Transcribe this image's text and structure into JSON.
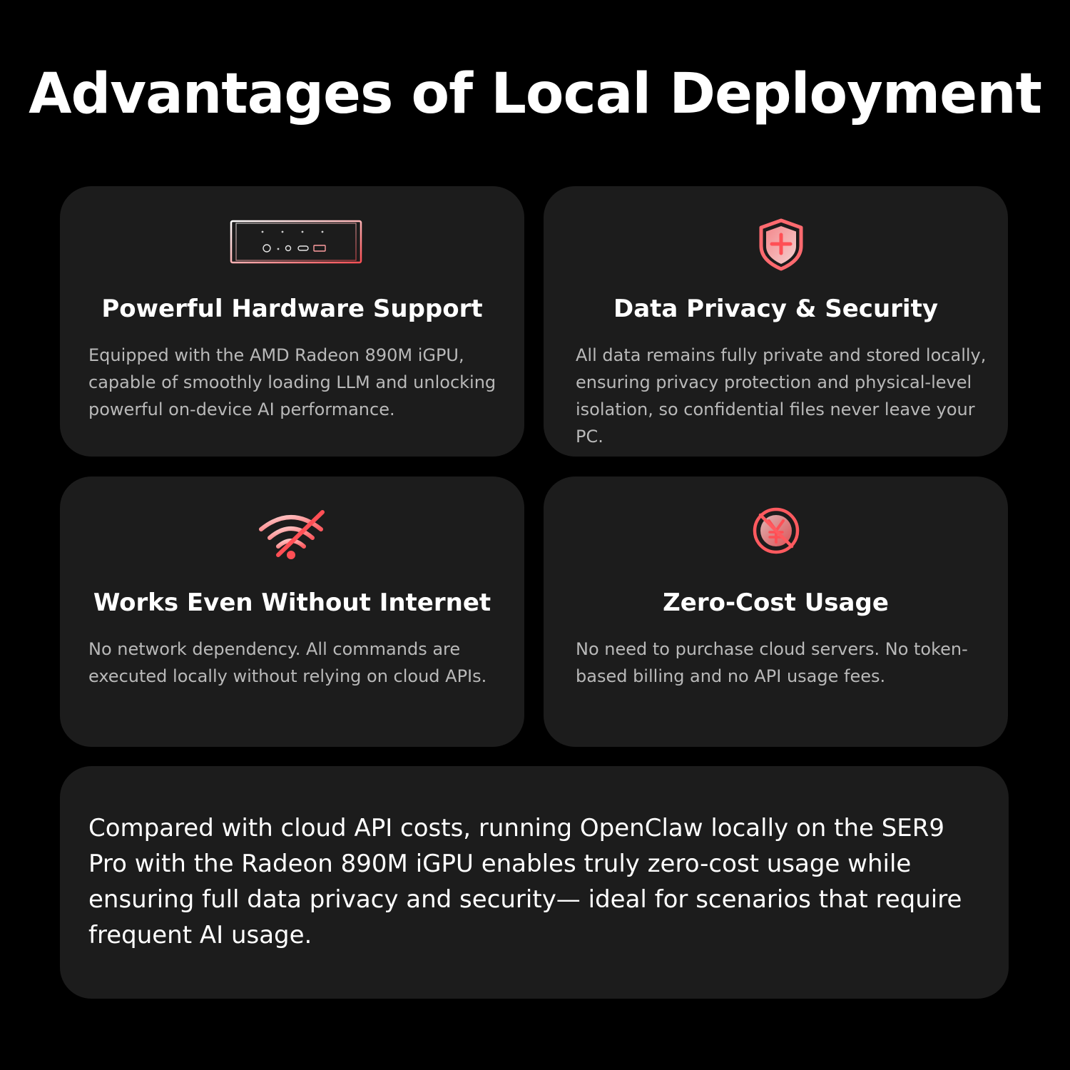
{
  "page": {
    "title": "Advantages of Local Deployment"
  },
  "cards": [
    {
      "icon": "mini-pc-icon",
      "title": "Powerful Hardware Support",
      "description": "Equipped with the AMD Radeon 890M iGPU, capable of smoothly loading LLM and unlocking powerful on-device AI performance."
    },
    {
      "icon": "shield-plus-icon",
      "title": "Data Privacy & Security",
      "description": "All data remains fully private and stored locally, ensuring privacy protection and physical-level isolation, so confidential files never leave your PC."
    },
    {
      "icon": "wifi-off-icon",
      "title": "Works Even Without Internet",
      "description": "No network dependency. All commands are executed locally without relying on cloud APIs."
    },
    {
      "icon": "no-yen-icon",
      "title": "Zero-Cost Usage",
      "description": "No need to purchase cloud servers. No token-based billing and no API usage fees."
    }
  ],
  "summary": {
    "text": "Compared with cloud API costs, running OpenClaw locally on the SER9 Pro with the Radeon 890M iGPU enables truly zero-cost usage while ensuring full data privacy and security— ideal for scenarios that require frequent AI usage."
  },
  "colors": {
    "background": "#000000",
    "card": "#1c1c1c",
    "title_text": "#ffffff",
    "body_text": "#b9b9b9",
    "accent_light": "#ffd0cf",
    "accent": "#ff5a5f"
  }
}
